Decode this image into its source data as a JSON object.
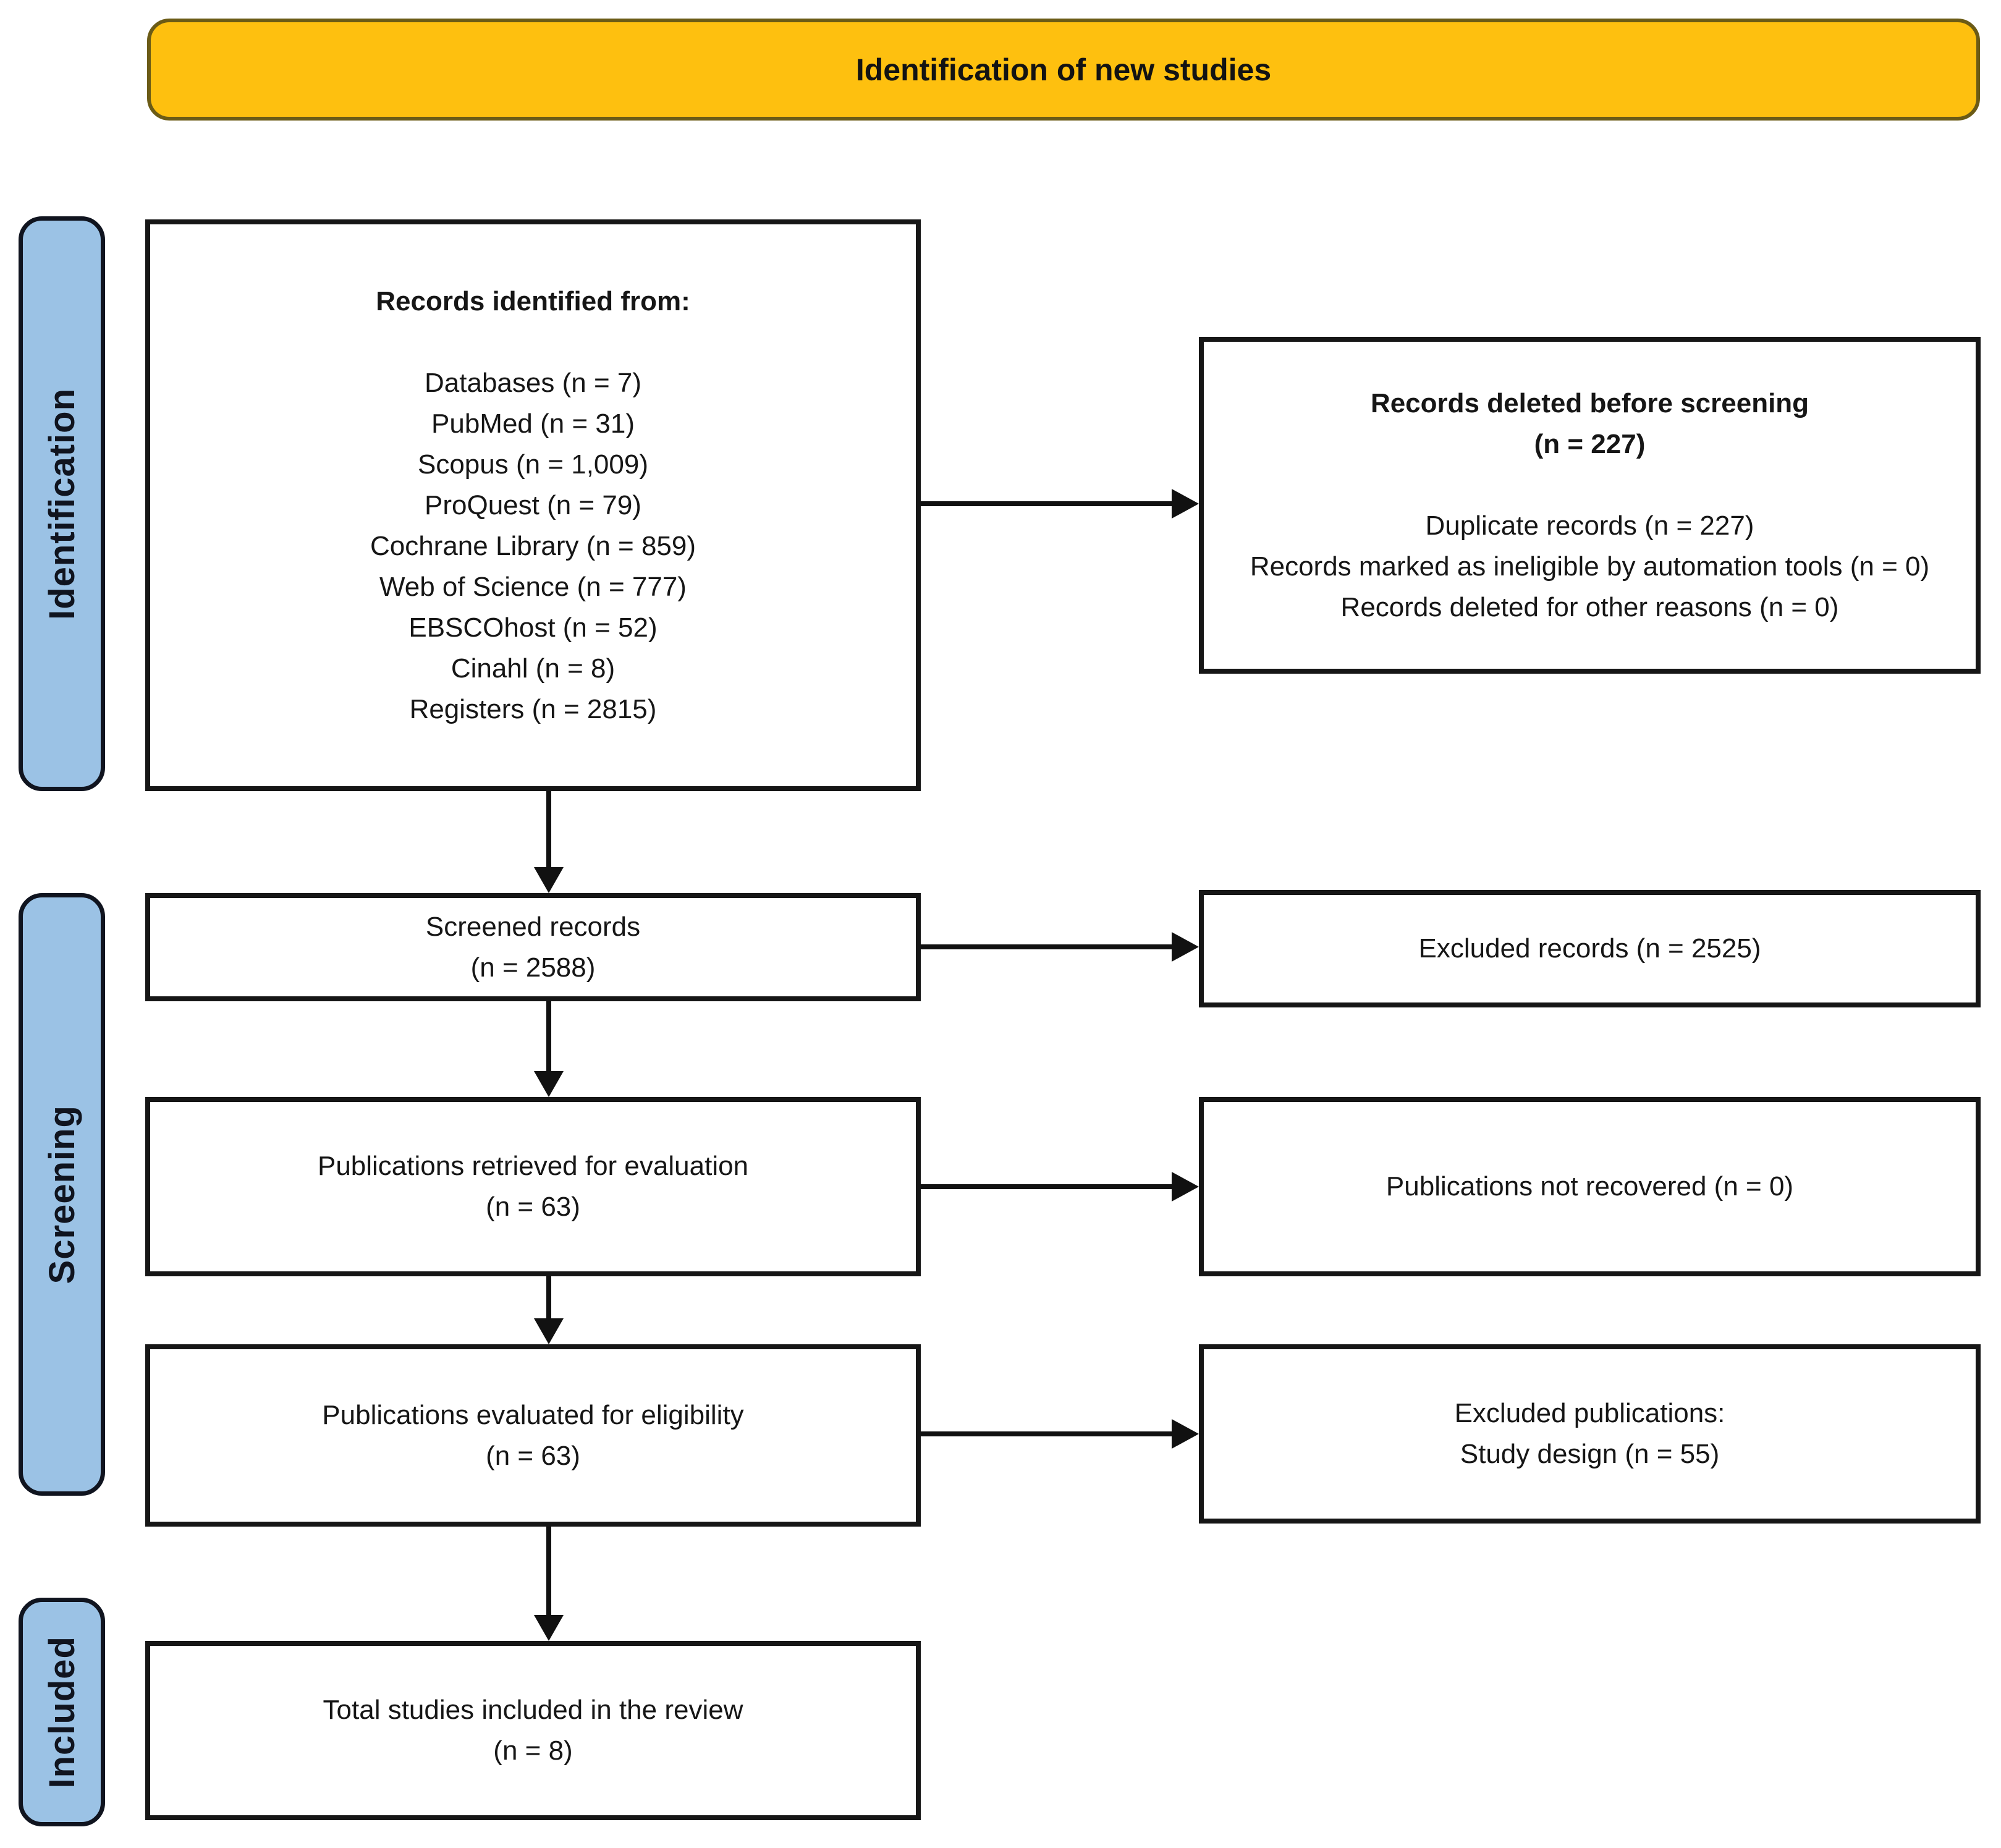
{
  "banner": {
    "label": "Identification of new studies"
  },
  "stages": {
    "identification": "Identification",
    "screening": "Screening",
    "included": "Included"
  },
  "flow": {
    "records_identified": {
      "title": "Records identified from:",
      "lines": [
        "Databases (n = 7)",
        "PubMed (n = 31)",
        "Scopus (n = 1,009)",
        "ProQuest (n = 79)",
        "Cochrane Library (n = 859)",
        "Web of Science (n = 777)",
        "EBSCOhost (n = 52)",
        "Cinahl (n = 8)",
        "Registers (n = 2815)"
      ]
    },
    "records_deleted": {
      "title": "Records deleted before screening",
      "subtitle": "(n = 227)",
      "lines": [
        "Duplicate records (n = 227)",
        "Records marked as ineligible by automation tools (n = 0)",
        "Records deleted for other reasons (n = 0)"
      ]
    },
    "screened": {
      "line1": "Screened records",
      "line2": "(n = 2588)"
    },
    "excluded_records": {
      "line1": "Excluded records (n = 2525)"
    },
    "retrieved": {
      "line1": "Publications retrieved for evaluation",
      "line2": "(n = 63)"
    },
    "not_recovered": {
      "line1": "Publications not recovered (n = 0)"
    },
    "evaluated": {
      "line1": "Publications evaluated for eligibility",
      "line2": "(n = 63)"
    },
    "excluded_publications": {
      "line1": "Excluded publications:",
      "line2": "Study design (n = 55)"
    },
    "included_total": {
      "line1": "Total studies included in the review",
      "line2": "(n = 8)"
    }
  },
  "colors": {
    "banner_bg": "#FEC00F",
    "banner_border": "#6B5B16",
    "stage_bg": "#9BC2E5",
    "stage_border": "#10141F",
    "stage_text": "#10141F",
    "box_border": "#161616",
    "text": "#161616",
    "arrow": "#111111"
  }
}
